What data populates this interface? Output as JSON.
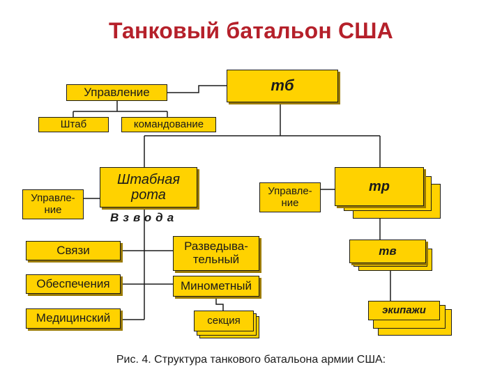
{
  "title": "Танковый батальон США",
  "caption": "Рис. 4. Структура  танкового батальона армии США:",
  "nodes": {
    "tb": "тб",
    "upravlenie": "Управление",
    "shtab": "Штаб",
    "komandovanie": "командование",
    "shtabnaya_rota_line1": "Штабная",
    "shtabnaya_rota_line2": "рота",
    "vzvoda": "Взвода",
    "upr_left_line1": "Управле-",
    "upr_left_line2": "ние",
    "upr_right_line1": "Управле-",
    "upr_right_line2": "ние",
    "tr": "тр",
    "tv": "тв",
    "ekipazhi": "экипажи",
    "svyazi": "Связи",
    "obespecheniya": "Обеспечения",
    "medicinsky": "Медицинский",
    "razved_line1": "Разведыва-",
    "razved_line2": "тельный",
    "minometny": "Минометный",
    "sekciya": "секция"
  },
  "colors": {
    "box_fill": "#ffd200",
    "title": "#b5202a",
    "line": "#1a1a1a"
  }
}
